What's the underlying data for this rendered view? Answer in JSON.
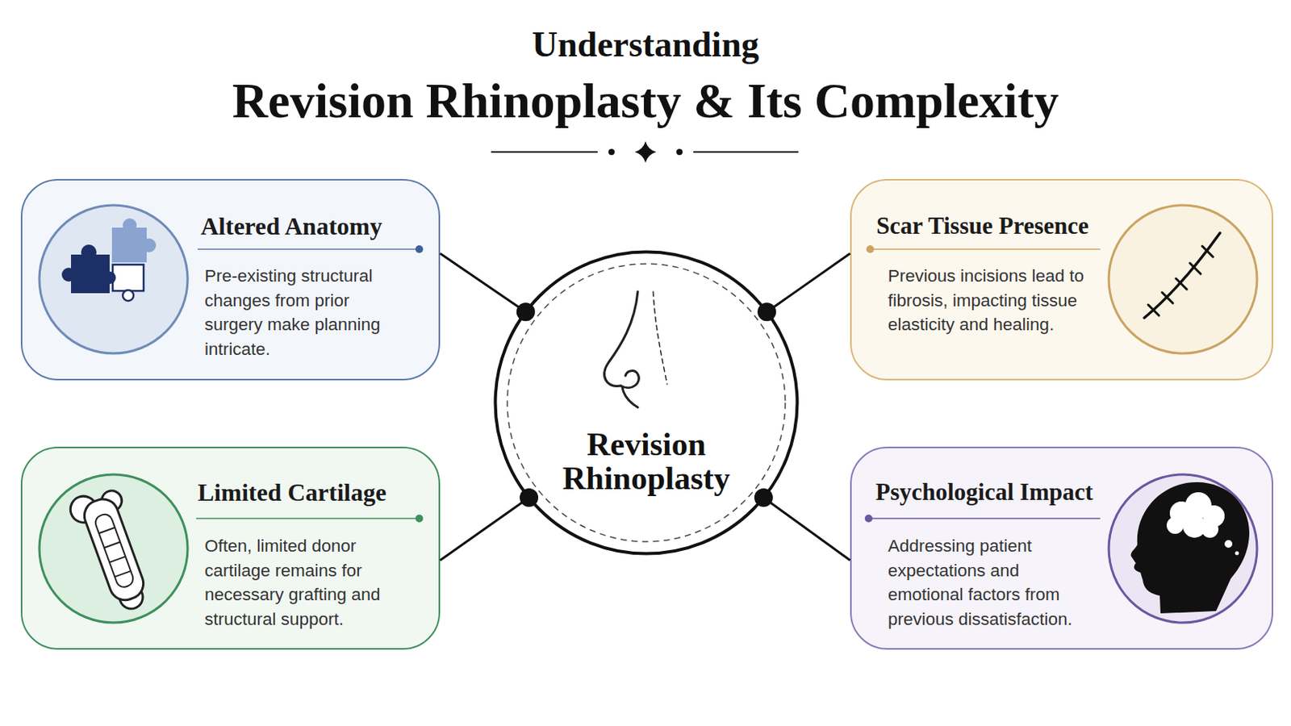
{
  "diagram": {
    "title": "Revision Rhinoplasty & Its Complexity",
    "nodes": [
      {
        "text": [
          "Altered Anatomy",
          "Pre-existing structural changes from prior surgery make planning intricate."
        ]
      },
      {
        "text": [
          "Revision Rhinoplasty"
        ]
      },
      {
        "text": [
          "Scar Tissue Presence",
          "Previous incisions lead to fibrosis, impacting tissue elasticity and healing."
        ]
      },
      {
        "text": [
          "Limited Cartilage",
          "Often, limited donor cartilage remains for necessary grafting and structural support."
        ]
      },
      {
        "text": [
          "Psychological Impact",
          "Addressing patient expectations and emotional factors from previous dissatisfaction."
        ]
      }
    ],
    "edges": [
      {
        "from": 0,
        "to": 1,
        "arrow": "none"
      },
      {
        "from": 2,
        "to": 1,
        "arrow": "none"
      },
      {
        "from": 3,
        "to": 1,
        "arrow": "none"
      },
      {
        "from": 4,
        "to": 1,
        "arrow": "none"
      }
    ],
    "labels": [
      "Understanding"
    ]
  }
}
